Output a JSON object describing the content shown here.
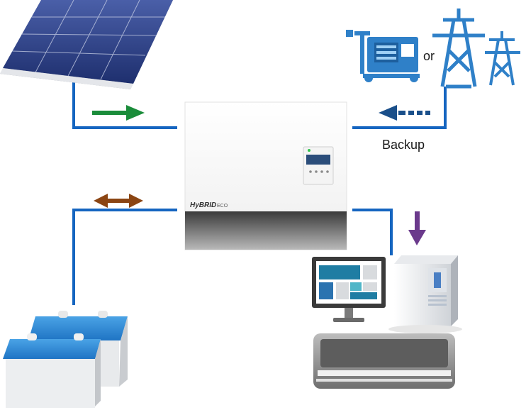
{
  "labels": {
    "or": "or",
    "backup": "Backup",
    "inverter_brand_main": "HyBRID",
    "inverter_brand_sub": "ECO"
  },
  "icons": {
    "solar": "solar-panel-icon",
    "generator": "generator-icon",
    "grid": "power-pylon-icon",
    "inverter": "hybrid-inverter-icon",
    "battery": "battery-icon",
    "computer": "computer-monitor-icon",
    "server": "server-tower-icon",
    "ac": "air-conditioner-icon"
  },
  "colors": {
    "line_blue": "#1565c0",
    "arrow_solar": "#1a8c3a",
    "arrow_backup": "#1a4f8a",
    "arrow_battery": "#8b4513",
    "arrow_load": "#6b3a8c"
  }
}
